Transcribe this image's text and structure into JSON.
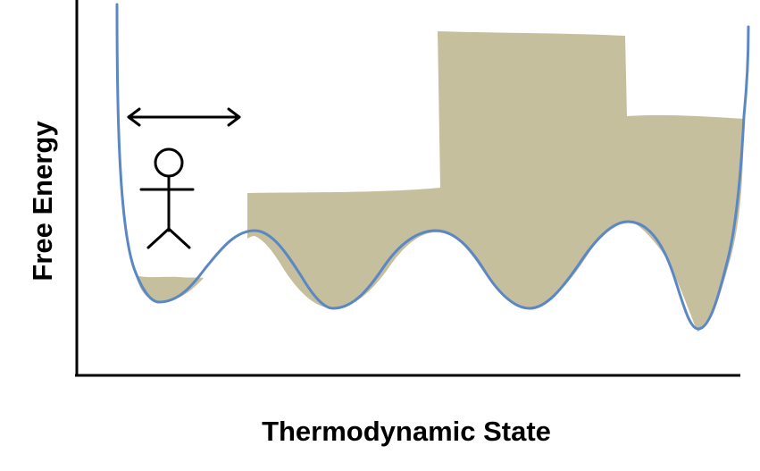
{
  "diagram": {
    "xlabel": "Thermodynamic State",
    "ylabel": "Free Energy",
    "colors": {
      "curve": "#5b87c5",
      "sampled_fill": "#c6bf9d",
      "axes": "#000000",
      "walker": "#000000"
    },
    "elements": [
      "free-energy-curve",
      "sampled-region-fill",
      "walker-stick-figure",
      "bidirectional-arrow"
    ]
  }
}
